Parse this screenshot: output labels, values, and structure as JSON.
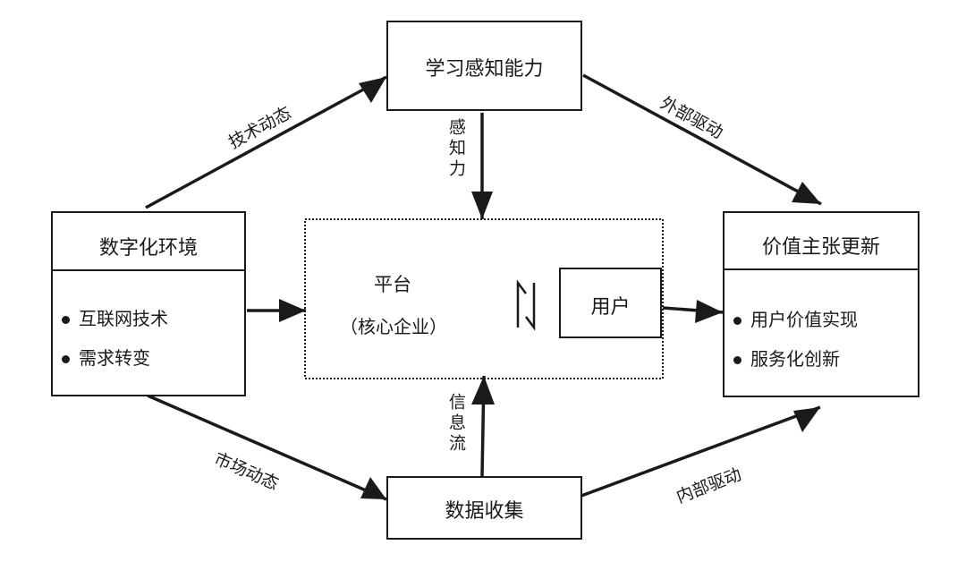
{
  "nodes": {
    "digital_env": {
      "title": "数字化环境",
      "items": [
        "互联网技术",
        "需求转变"
      ]
    },
    "learning": {
      "title": "学习感知能力"
    },
    "platform": {
      "title": "平台",
      "subtitle": "（核心企业）"
    },
    "user": {
      "title": "用户"
    },
    "value": {
      "title": "价值主张更新",
      "items": [
        "用户价值实现",
        "服务化创新"
      ]
    },
    "data": {
      "title": "数据收集"
    }
  },
  "edges": {
    "tech_dynamics": "技术动态",
    "market_dynamics": "市场动态",
    "external_drive": "外部驱动",
    "internal_drive": "内部驱动",
    "perception": "感知力",
    "info_flow": "信息流"
  }
}
